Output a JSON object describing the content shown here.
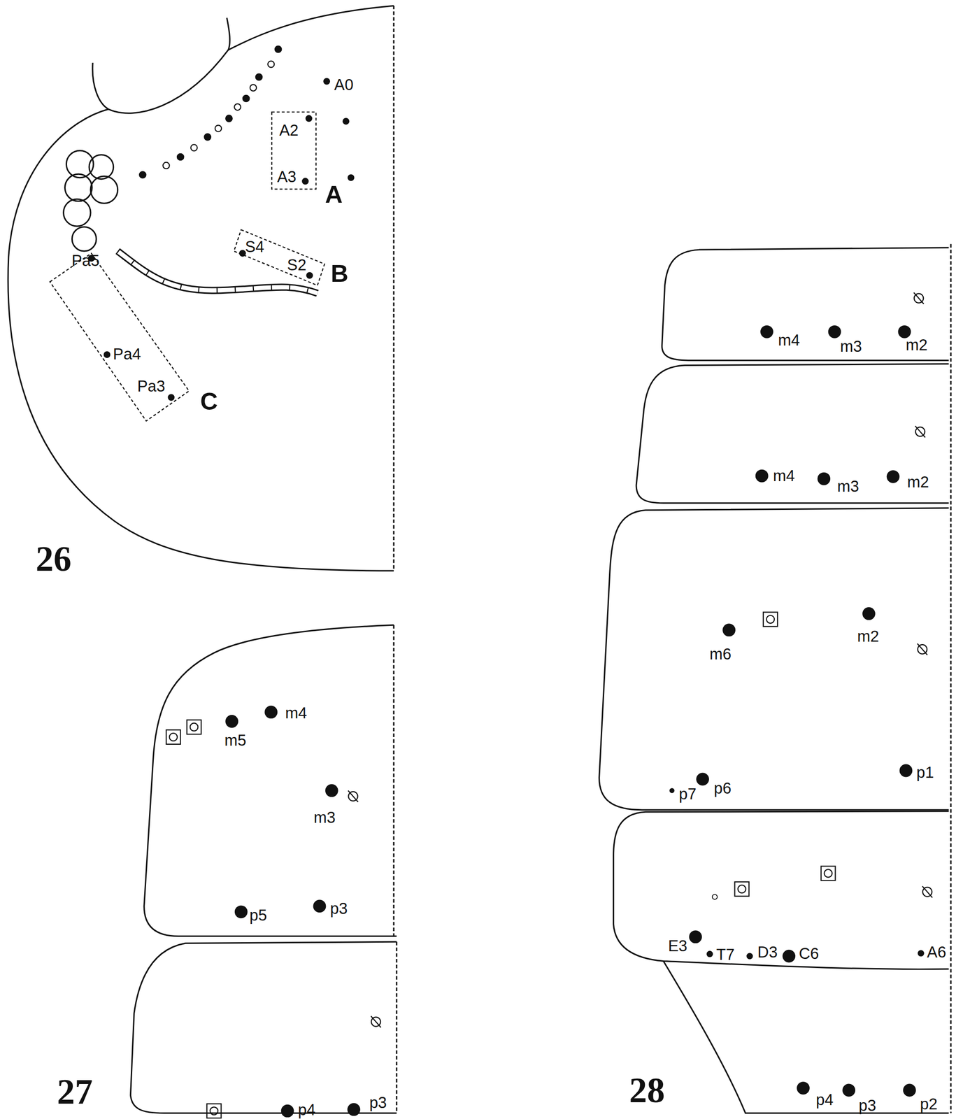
{
  "diagram": {
    "nodes": [
      {
        "text": [
          "A2",
          "A3",
          "A"
        ]
      },
      {
        "text": [
          "S4",
          "S2",
          "B"
        ]
      },
      {
        "text": [
          "Pa5",
          "Pa4",
          "Pa3",
          "C"
        ]
      }
    ],
    "labels": [
      "26",
      "27",
      "28",
      "A0",
      "m4",
      "m5",
      "m3",
      "p5",
      "p3",
      "p4",
      "p3",
      "m4",
      "m3",
      "m2",
      "m4",
      "m3",
      "m2",
      "m6",
      "m2",
      "p7",
      "p6",
      "p1",
      "E3",
      "T7",
      "D3",
      "C6",
      "A6",
      "p4",
      "p3",
      "p2"
    ]
  }
}
